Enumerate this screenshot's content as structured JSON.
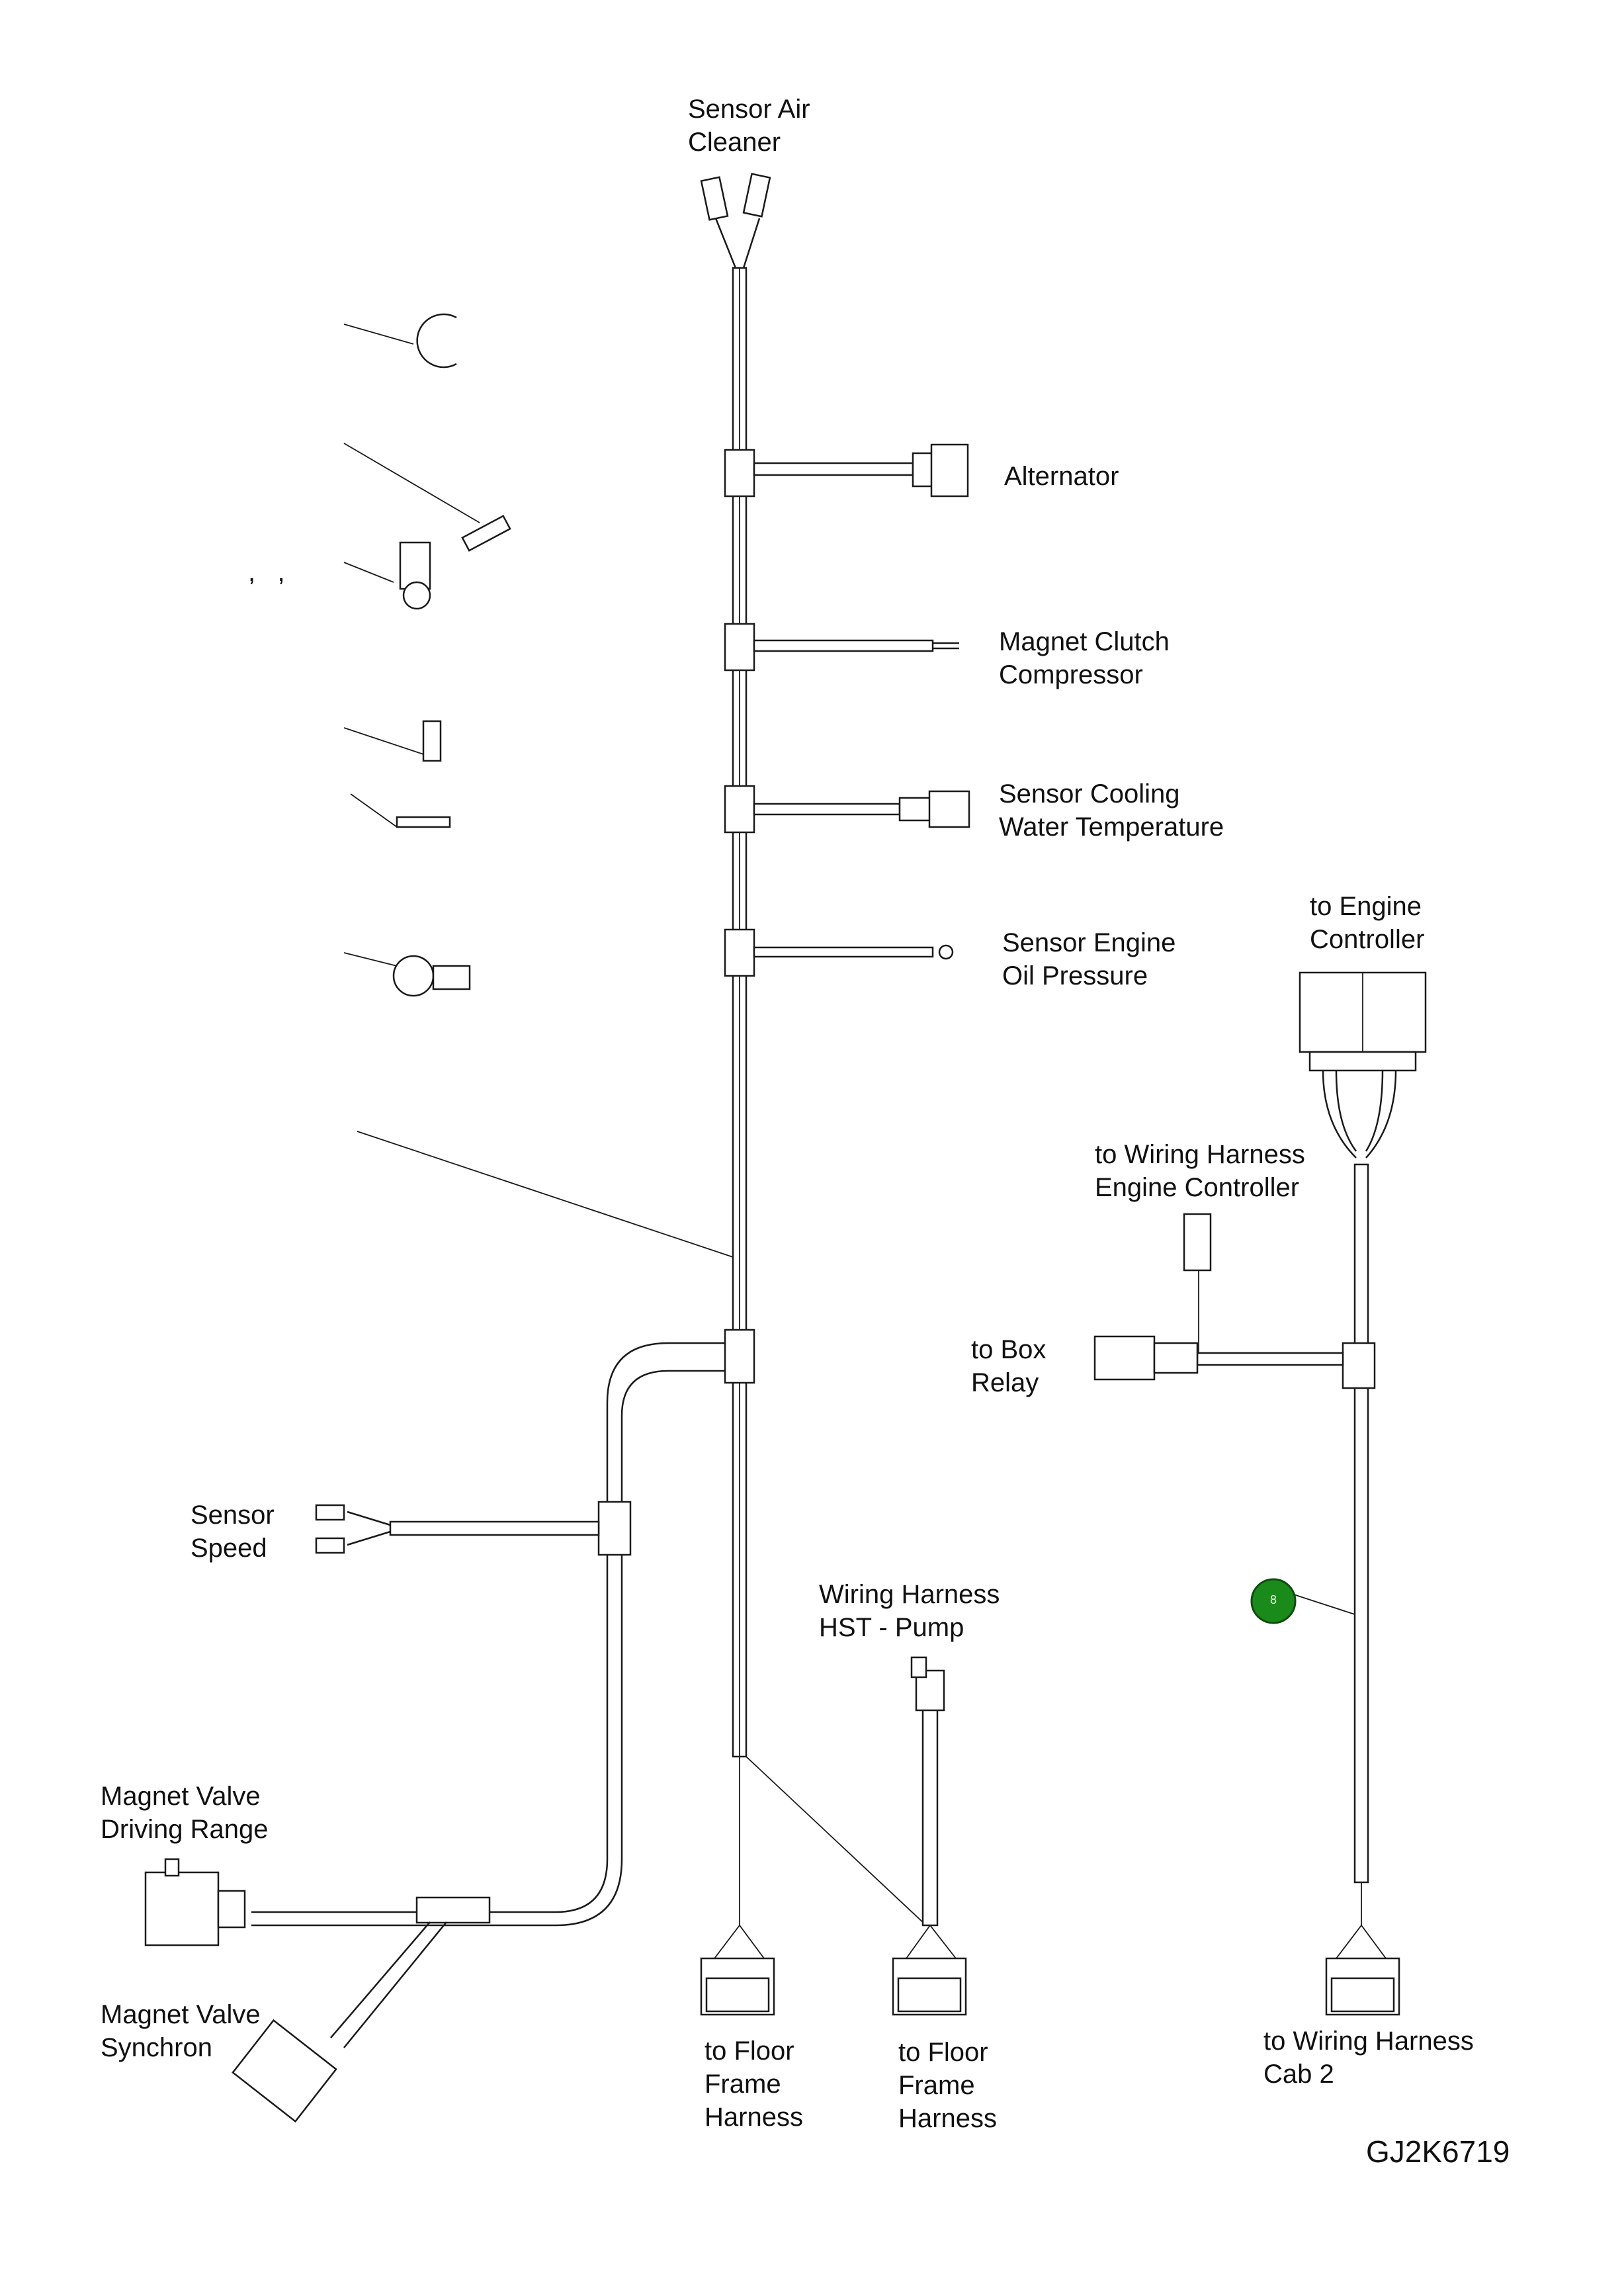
{
  "diagram": {
    "labels": {
      "sensor_air_cleaner": "Sensor Air\nCleaner",
      "alternator": "Alternator",
      "magnet_clutch": "Magnet Clutch\nCompressor",
      "sensor_cooling": "Sensor Cooling\nWater Temperature",
      "sensor_oil": "Sensor Engine\nOil Pressure",
      "engine_controller": "to Engine\nController",
      "harness_engine_controller": "to Wiring Harness\nEngine Controller",
      "box_relay": "to Box\nRelay",
      "sensor_speed": "Sensor\nSpeed",
      "hst_pump": "Wiring Harness\nHST - Pump",
      "magnet_valve_driving": "Magnet Valve\nDriving Range",
      "magnet_valve_synchron": "Magnet Valve\nSynchron",
      "floor_frame_1": "to Floor\nFrame\nHarness",
      "floor_frame_2": "to Floor\nFrame\nHarness",
      "harness_cab2": "to Wiring Harness\nCab 2",
      "commas": ",   ,"
    },
    "callout_badge": "8",
    "badge_color": "#1a8a1a",
    "drawing_code": "GJ2K6719"
  }
}
